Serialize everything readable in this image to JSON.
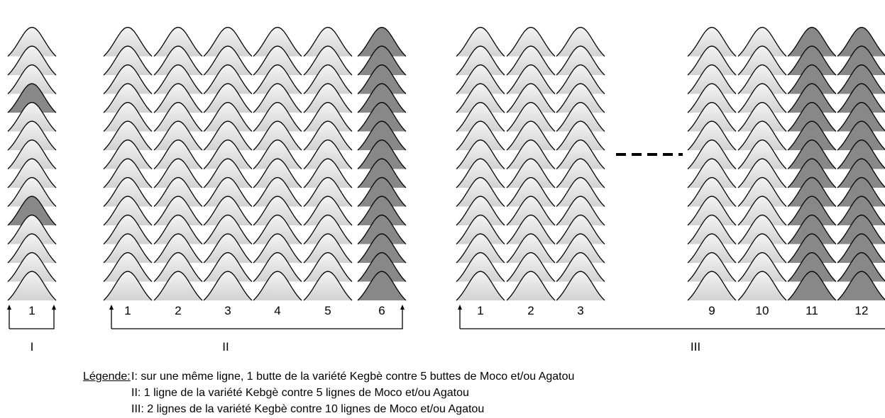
{
  "colors": {
    "light_mound": "#dddddd",
    "dark_mound": "#888888",
    "outline": "#000000"
  },
  "groups": [
    {
      "label": "I",
      "columns": [
        {
          "number": "1",
          "dark_positions": [
            4,
            10
          ]
        }
      ]
    },
    {
      "label": "II",
      "columns": [
        {
          "number": "1",
          "dark_positions": []
        },
        {
          "number": "2",
          "dark_positions": []
        },
        {
          "number": "3",
          "dark_positions": []
        },
        {
          "number": "4",
          "dark_positions": []
        },
        {
          "number": "5",
          "dark_positions": []
        },
        {
          "number": "6",
          "dark_positions": "all"
        }
      ]
    },
    {
      "label": "III",
      "columns": [
        {
          "number": "1",
          "dark_positions": []
        },
        {
          "number": "2",
          "dark_positions": []
        },
        {
          "number": "3",
          "dark_positions": []
        },
        {
          "number": "9",
          "dark_positions": []
        },
        {
          "number": "10",
          "dark_positions": []
        },
        {
          "number": "11",
          "dark_positions": "all"
        },
        {
          "number": "12",
          "dark_positions": "all"
        }
      ],
      "gap_indicator": "dashed"
    }
  ],
  "mounds_per_column": 14,
  "legend": {
    "title": "Légende:",
    "items": [
      "I: sur une même ligne, 1 butte de la variété Kegbè contre 5 buttes de Moco et/ou Agatou",
      "II: 1 ligne de la variété Kebgè contre 5 lignes de Moco et/ou Agatou",
      "III: 2 lignes de la variété Kegbè contre 10 lignes de Moco et/ou Agatou"
    ]
  }
}
